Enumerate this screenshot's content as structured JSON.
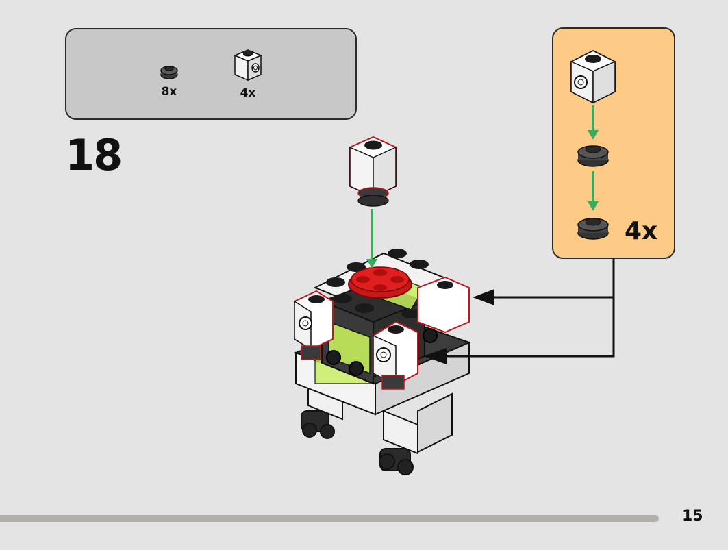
{
  "parts_list": {
    "items": [
      {
        "qty": "8x",
        "icon": "dark-gray-round-plate-icon"
      },
      {
        "qty": "4x",
        "icon": "white-brick-with-stud-icon"
      }
    ]
  },
  "step": {
    "number": "18"
  },
  "sub_assembly": {
    "multiplier": "4x",
    "colors": {
      "callout_bg": "#fecb87",
      "arrow": "#3daa5a"
    }
  },
  "footer": {
    "page_number": "15",
    "progress_color": "#b2b0ad"
  },
  "colors": {
    "page_bg": "#e4e4e4",
    "parts_bg": "#c8c8c8",
    "highlight_outline": "#c4141c",
    "lime_transparent": "#c6ee5c"
  }
}
